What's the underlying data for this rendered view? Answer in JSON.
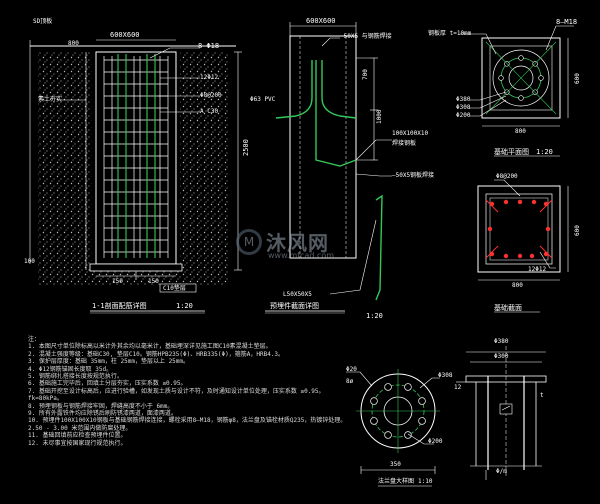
{
  "watermark": {
    "brand": "沐风网",
    "site": "www.mfcad.com",
    "logo_letter": "M"
  },
  "colors": {
    "background": "#000000",
    "line": "#ffffff",
    "green": "#34c759",
    "red": "#ff3030",
    "hatch": "#cfcfcf"
  },
  "top_left_tag": "SD顶板",
  "pile": {
    "dim_top": "600X600",
    "elev": "800",
    "rebar_top": "8—Φ18",
    "tags": [
      "12Φ12",
      "Φ8@200",
      "A C30",
      "素土夯实"
    ],
    "length": "2500",
    "bottom_dims": [
      "150",
      "150"
    ],
    "base_tag": "C10垫层",
    "left_dim": "100",
    "caption": "1-1剖面配筋详图",
    "scale": "1:20"
  },
  "sleeve": {
    "dim_top": "600X600",
    "top_tag": "—50X5 与钢筋焊接",
    "pvc": "Φ63 PVC",
    "dims": [
      "700",
      "1000"
    ],
    "angle_tag": "100X100X10",
    "angle_sub": "焊接钢板",
    "flat_tag": "—50X5钢板焊接",
    "foot_tag": "L50X50X5",
    "caption": "预埋件截面详图",
    "scale": "1:20"
  },
  "plan": {
    "plate_tag": "钢板厚 t=10mm",
    "bolts": "8—M18",
    "dims_left": [
      "Φ380",
      "Φ308",
      "Φ200"
    ],
    "bottom": "800",
    "right": "600",
    "caption": "基础平面图",
    "scale": "1:20"
  },
  "section": {
    "top_tag": "Φ8@200",
    "bottom": "800",
    "right": "600",
    "bars": "12Φ12",
    "caption": "基础截面"
  },
  "flange": {
    "tags": [
      "Φ20",
      "Φ308",
      "8ø",
      "Φ200"
    ],
    "bottom": "350",
    "caption": "法兰盘大样图",
    "scale": "1:10"
  },
  "detail": {
    "top1": "Φ380",
    "top2": "Φ300",
    "left": "12",
    "side": "t",
    "bottom": "Φ/m"
  },
  "notes": {
    "title": "注：",
    "lines": [
      "1. 本图尺寸单位除标高以米计外其余均以毫米计，基础埋深详见施工图C10素混凝土垫层。",
      "2. 混凝土强度等级：基础C30, 垫层C10。钢筋HPB235(Φ)、HRB335(Φ)，箍筋A，HRB4.3。",
      "3. 保护层厚度：基础 35mm，柱 25mm，垫层以上 25mm。",
      "4. Φ12钢筋锚固长度取 35d。",
      "5. 钢筋绑扎搭接长度按规范执行。",
      "6. 基础施工完毕后，回填土分层夯实，压实系数 ≥0.95。",
      "7. 基础开挖至设计标高后，应进行验槽，如发现土质与设计不符，及时通知设计单位处理，压实系数 ≥0.95。",
      "   fk=80kPa。",
      "8. 预埋钢板与钢筋焊接牢固，焊缝高度不小于 6mm。",
      "9. 所有外露铁件均应除锈后刷防锈漆两道，面漆两道。",
      "10. 预埋件100X100X10钢板与基础钢筋焊接连接，螺栓采用8—M18，钢筋φ8，法兰盘及锚栓材质Q235，热镀锌处理。",
      "    2.50 - 3.00 米范围内做防腐处理。",
      "11. 基础回填前应检查预埋件位置。",
      "12. 未尽事宜按国家现行规范执行。"
    ]
  }
}
